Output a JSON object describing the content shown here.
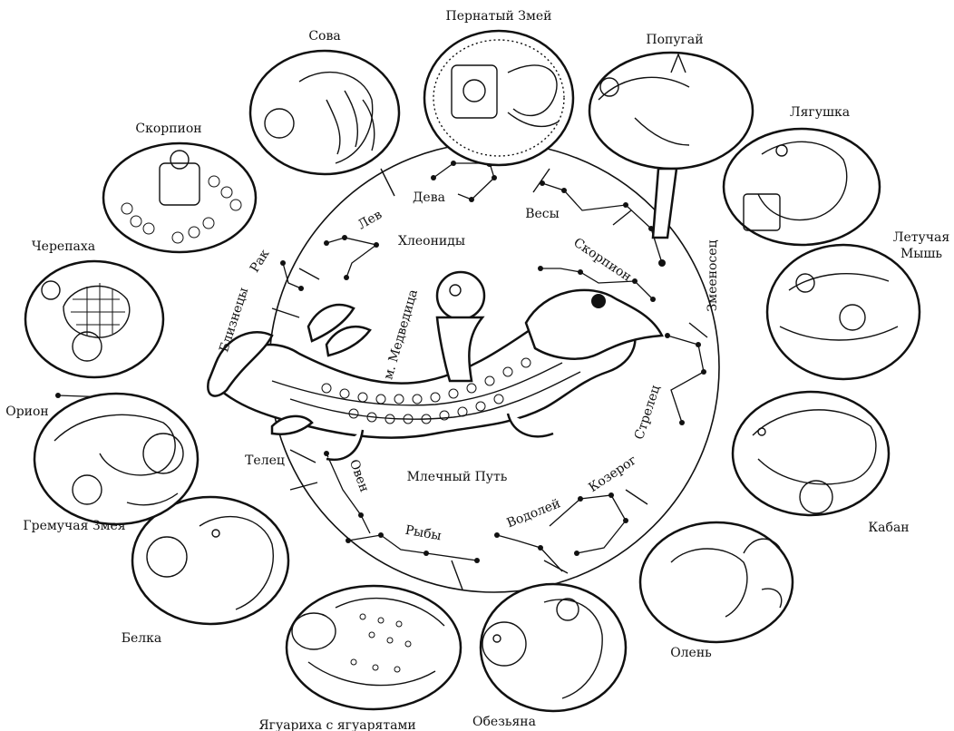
{
  "outer_labels": {
    "sova": "Сова",
    "pernaty_zmey": "Пернатый Змей",
    "popugay": "Попугай",
    "lyagushka": "Лягушка",
    "letuchaya_1": "Летучая",
    "letuchaya_2": "Мышь",
    "kaban": "Кабан",
    "olen": "Олень",
    "obezyana": "Обезьяна",
    "yaguariha": "Ягуариха с ягуарятами",
    "belka": "Белка",
    "gremuchaya": "Гремучая Змея",
    "orion": "Орион",
    "cherepaha": "Черепаха",
    "skorpion_outer": "Скорпион"
  },
  "ring_labels": {
    "deva": "Дева",
    "lev": "Лев",
    "rak": "Рак",
    "bliznecy": "Близнецы",
    "hleonidy": "Хлеониды",
    "vesy": "Весы",
    "skorpion": "Скорпион",
    "zmeenosec": "Змееносец",
    "strelec": "Стрелец",
    "kozerog": "Козерог",
    "vodoley": "Водолей",
    "ryby": "Рыбы",
    "oven": "Овен",
    "telec": "Телец",
    "medvedica": "м. Медведица",
    "mlechny": "Млечный Путь"
  }
}
